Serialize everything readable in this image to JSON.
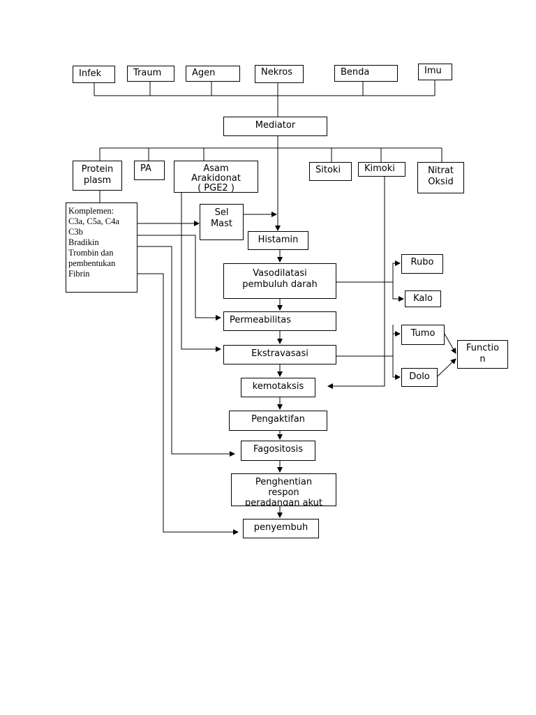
{
  "sources": [
    "Infek",
    "Traum",
    "Agen",
    "Nekros",
    "Benda",
    "Imu"
  ],
  "mediator": "Mediator",
  "mediator_types": {
    "protein": [
      "Protein",
      "plasm"
    ],
    "pa": "PA",
    "asam": [
      "Asam",
      "Arakidonat",
      "( PGE2 )"
    ],
    "sitoki": "Sitoki",
    "kimoki": "Kimoki",
    "nitrat": [
      "Nitrat",
      "Oksid"
    ]
  },
  "komplemen_lines": [
    "Komplemen:",
    "C3a, C5a, C4a",
    "C3b",
    "Bradikin",
    "Trombin dan",
    "pembentukan",
    "Fibrin"
  ],
  "sel_mast": [
    "Sel",
    "Mast"
  ],
  "flow": {
    "histamin": "Histamin",
    "vasodilatasi": [
      "Vasodilatasi",
      "pembuluh  darah"
    ],
    "permeabilitas": "Permeabilitas",
    "ekstravasasi": "Ekstravasasi",
    "kemotaksis": "kemotaksis",
    "pengaktifan": "Pengaktifan",
    "fagositosis": "Fagositosis",
    "penghentian": [
      "Penghentian",
      "respon",
      "peradangan akut"
    ],
    "penyembuh": "penyembuh"
  },
  "signs": {
    "rubor": "Rubo",
    "kalor": "Kalo",
    "tumor": "Tumo",
    "dolor": "Dolo",
    "function": [
      "Functio",
      "n"
    ]
  }
}
